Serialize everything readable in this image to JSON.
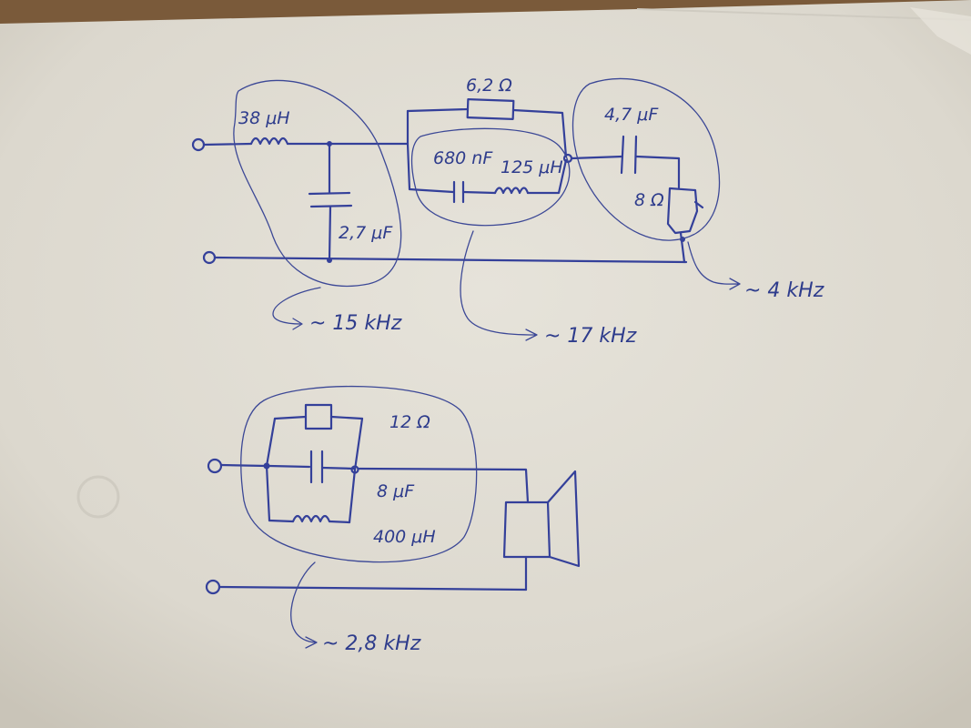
{
  "top_circuit": {
    "inductor_1": "38 μH",
    "capacitor_1": "2,7 μF",
    "resistor_1": "6,2 Ω",
    "capacitor_2": "680 nF",
    "inductor_2": "125 μH",
    "capacitor_3": "4,7 μF",
    "driver_impedance": "8 Ω"
  },
  "bottom_circuit": {
    "resistor": "12 Ω",
    "capacitor": "8 μF",
    "inductor": "400 μH"
  },
  "annotations": {
    "freq_low_pass": "~ 15 kHz",
    "freq_notch": "~ 17 kHz",
    "freq_high_pass": "~ 4 kHz",
    "freq_bottom": "~ 2,8 kHz"
  },
  "colors": {
    "paper": "#e4e0d6",
    "ink": "#34409a",
    "table": "#7a5a3a"
  }
}
